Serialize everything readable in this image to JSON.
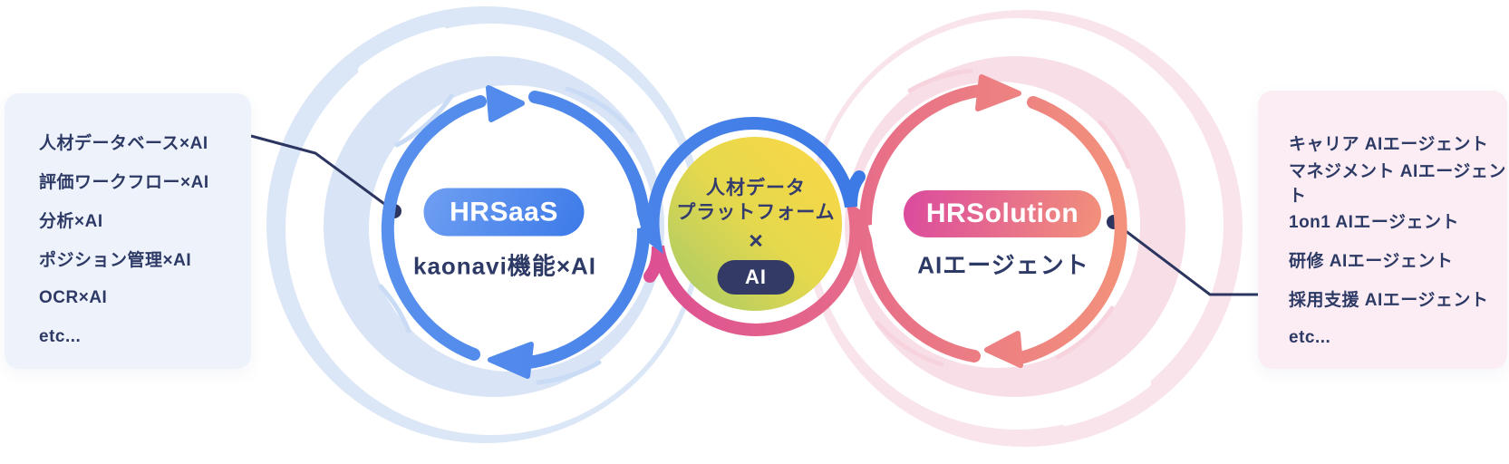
{
  "diagram_title": "人材データプラットフォーム × AI",
  "center_circle": {
    "line1": "人材データ",
    "line2": "プラットフォーム",
    "separator": "×",
    "badge_label": "AI"
  },
  "left_loop": {
    "pill_label": "HRSaaS",
    "subtitle": "kaonavi機能×AI"
  },
  "right_loop": {
    "pill_label": "HRSolution",
    "subtitle": "AIエージェント"
  },
  "left_card": {
    "items": [
      "人材データベース×AI",
      "評価ワークフロー×AI",
      "分析×AI",
      "ポジション管理×AI",
      "OCR×AI",
      "etc..."
    ]
  },
  "right_card": {
    "items": [
      "キャリア AIエージェント",
      "マネジメント AIエージェント",
      "1on1 AIエージェント",
      "研修 AIエージェント",
      "採用支援 AIエージェント",
      "etc..."
    ]
  },
  "colors": {
    "blue_arrow": "#4a85e8",
    "pink_arrow_start": "#dd4f92",
    "pink_arrow_end": "#f3947b",
    "yellow_circle_top": "#fcd746",
    "yellow_circle_bottom": "#a3ca69",
    "navy_text": "#2e3a66",
    "badge_bg": "#333a66",
    "left_card_bg": "#edf2fb",
    "right_card_bg": "#fbedf3",
    "blue_ring": "#dbe6f7",
    "pink_ring": "#f9e4eb",
    "connector": "#2b3560"
  }
}
